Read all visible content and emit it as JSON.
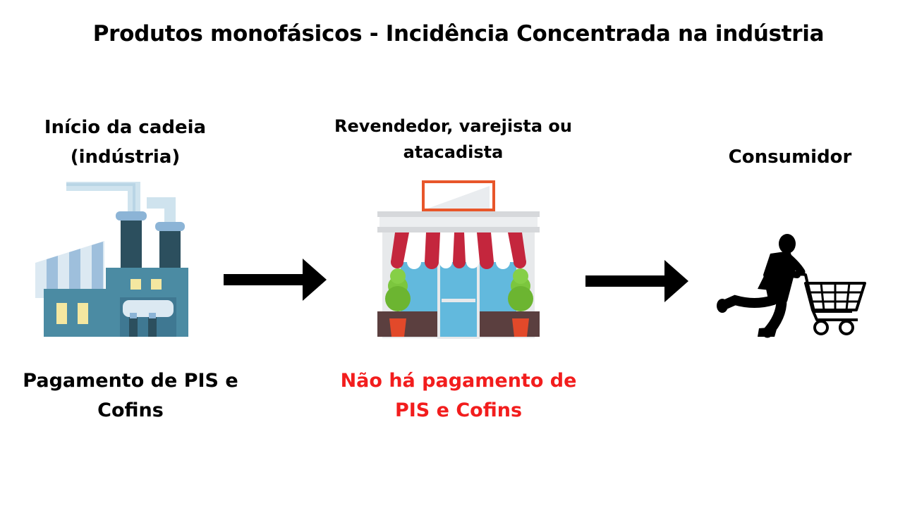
{
  "title": "Produtos monofásicos - Incidência Concentrada na indústria",
  "stages": [
    {
      "label_lines": [
        "Início da cadeia",
        "(indústria)"
      ],
      "note_lines": [
        "Pagamento de PIS e",
        "Cofins"
      ],
      "icon": "factory-icon"
    },
    {
      "label_lines": [
        "Revendedor, varejista ou",
        "atacadista"
      ],
      "note_lines": [
        "Não há pagamento de",
        "PIS e Cofins"
      ],
      "icon": "shop-icon"
    },
    {
      "label_lines": [
        "Consumidor"
      ],
      "icon": "shopper-with-cart-icon"
    }
  ],
  "colors": {
    "note_highlight": "#f21d1d",
    "arrow": "#000000"
  }
}
